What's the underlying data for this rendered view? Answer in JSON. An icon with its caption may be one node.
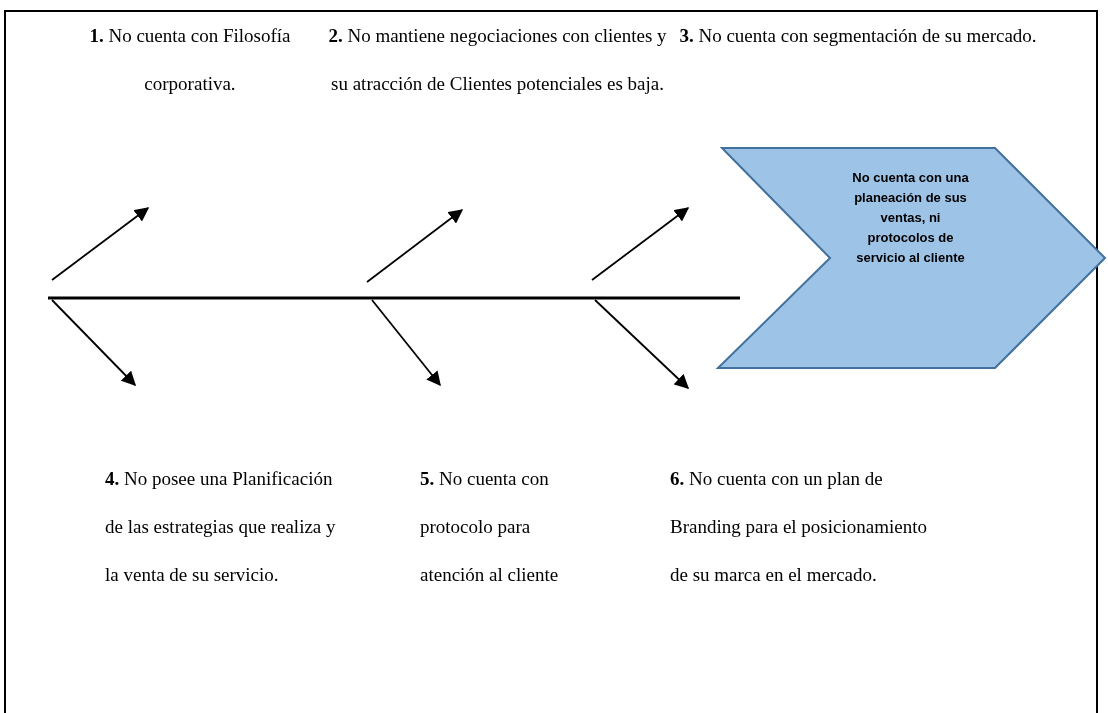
{
  "diagram": {
    "nodes": [
      {
        "text": [
          "**1.** No cuenta con Filosofía corporativa."
        ]
      },
      {
        "text": [
          "**2.** No mantiene negociaciones con clientes y su atracción de Clientes potenciales es baja."
        ]
      },
      {
        "text": [
          "**3.** No cuenta con segmentación de su mercado."
        ]
      },
      {
        "text": [
          "No cuenta con una planeación de sus ventas, ni protocolos de servicio al cliente"
        ]
      },
      {
        "text": [
          "**4.** No posee una Planificación de las estrategias que realiza y la venta de su servicio."
        ]
      },
      {
        "text": [
          "**5.** No cuenta con protocolo para atención al cliente"
        ]
      },
      {
        "text": [
          "**6.** No cuenta con un plan de Branding para el posicionamiento de su marca en el mercado."
        ]
      }
    ]
  }
}
